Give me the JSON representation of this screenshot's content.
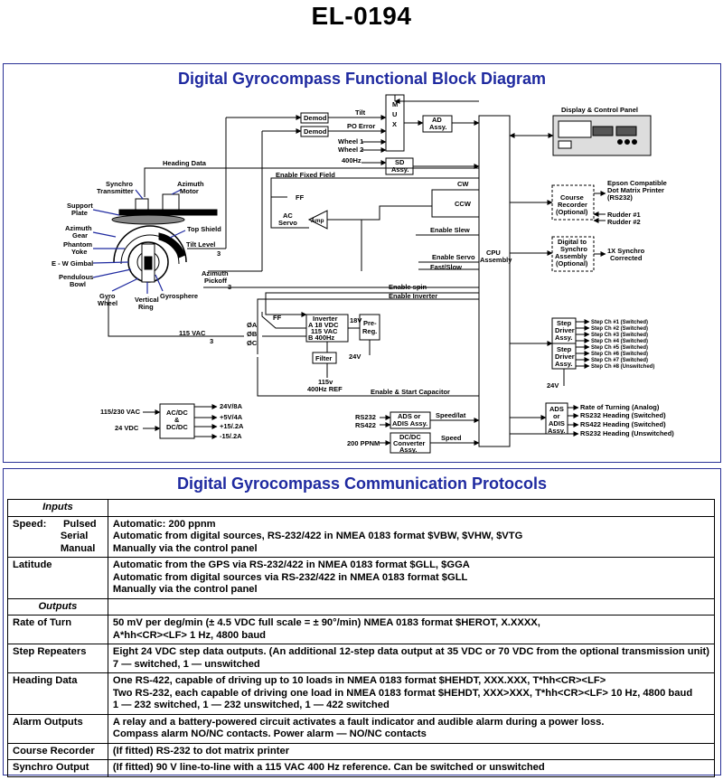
{
  "doc_id": "EL-0194",
  "diagram": {
    "title": "Digital Gyrocompass Functional Block Diagram",
    "blocks": {
      "demod": "Demod",
      "mux": [
        "M",
        "U",
        "X"
      ],
      "ad": [
        "AD",
        "Assy."
      ],
      "sd": [
        "SD",
        "Assy."
      ],
      "cpu": [
        "CPU",
        "Assembly"
      ],
      "display_panel": "Display & Control Panel",
      "course_recorder": [
        "Course",
        "Recorder",
        "(Optional)"
      ],
      "digital_synchro": [
        "Digital to",
        "Synchro",
        "Assembly",
        "(Optional)"
      ],
      "inverter": [
        "Inverter",
        "A   18 VDC",
        "115 VAC",
        "B    400Hz"
      ],
      "prereg": [
        "Pre-",
        "Reg."
      ],
      "filter": "Filter",
      "step_driver": [
        "Step",
        "Driver",
        "Assy."
      ],
      "acdc": [
        "AC/DC",
        "&",
        "DC/DC"
      ],
      "ads_adis_in": [
        "ADS or",
        "ADIS Assy."
      ],
      "dcdc_conv": [
        "DC/DC",
        "Converter",
        "Assy."
      ],
      "ads_adis_out": [
        "ADS",
        "or",
        "ADIS",
        "Assy."
      ],
      "amp": "Amp"
    },
    "labels": {
      "tilt": "Tilt",
      "po_error": "PO Error",
      "wheel1": "Wheel 1",
      "wheel2": "Wheel 2",
      "hz400": "400Hz",
      "heading_data": "Heading Data",
      "enable_fixed_field": "Enable Fixed Field",
      "ff": "FF",
      "ac_servo": [
        "AC",
        "Servo"
      ],
      "cw": "CW",
      "ccw": "CCW",
      "enable_slew": "Enable Slew",
      "enable_servo": "Enable Servo",
      "fast_slow": "Fast/Slow",
      "enable_spin": "Enable spin",
      "enable_inverter": "Enable Inverter",
      "synchro_transmitter": [
        "Synchro",
        "Transmitter"
      ],
      "azimuth_motor": [
        "Azimuth",
        "Motor"
      ],
      "support_plate": [
        "Support",
        "Plate"
      ],
      "azimuth_gear": [
        "Azimuth",
        "Gear"
      ],
      "phantom_yoke": [
        "Phantom",
        "Yoke"
      ],
      "ew_gimbal": "E - W Gimbal",
      "pendulous_bowl": [
        "Pendulous",
        "Bowl"
      ],
      "gyro_wheel": [
        "Gyro",
        "Wheel"
      ],
      "vertical_ring": [
        "Vertical",
        "Ring"
      ],
      "gyrosphere": "Gyrosphere",
      "top_shield": "Top Shield",
      "tilt_level": "Tilt Level",
      "azimuth_pickoff": [
        "Azimuth",
        "Pickoff"
      ],
      "three": "3",
      "epson": [
        "Epson Compatible",
        "Dot Matrix Printer",
        "(RS232)"
      ],
      "rudder1": "Rudder #1",
      "rudder2": "Rudder #2",
      "synchro_1x": [
        "1X Synchro",
        "Corrected"
      ],
      "step_channels": [
        "Step Ch #1 (Switched)",
        "Step Ch #2 (Switched)",
        "Step Ch #3 (Switched)",
        "Step Ch #4 (Switched)",
        "Step Ch #5 (Switched)",
        "Step Ch #6 (Switched)",
        "Step Ch #7 (Switched)",
        "Step Ch #8 (Unswitched)"
      ],
      "v24": "24V",
      "v18": "18V",
      "ff2": "FF",
      "phase_a": "ØA",
      "phase_b": "ØB",
      "phase_c": "ØC",
      "vac115": "115 VAC",
      "ref115": [
        "115v",
        "400Hz REF"
      ],
      "enable_start_cap": "Enable & Start Capacitor",
      "vac_in": "115/230 VAC",
      "vdc_in": "24 VDC",
      "rail_24": "24V/8A",
      "rail_5": "+5V/4A",
      "rail_15p": "+15/.2A",
      "rail_15n": "-15/.2A",
      "rs232": "RS232",
      "rs422": "RS422",
      "speed_lat": "Speed/lat",
      "ppnm200": "200 PPNM",
      "speed": "Speed",
      "rate_turning": "Rate of Turning (Analog)",
      "rs232_sw": "RS232 Heading (Switched)",
      "rs422_sw": "RS422 Heading (Switched)",
      "rs232_unsw": "RS232 Heading (Unswitched)"
    }
  },
  "protocols": {
    "title": "Digital Gyrocompass Communication Protocols",
    "inputs_header": "Inputs",
    "outputs_header": "Outputs",
    "inputs": [
      {
        "label": [
          "Speed:      Pulsed",
          "                 Serial",
          "                 Manual"
        ],
        "lines": [
          "Automatic: 200 ppnm",
          "Automatic from digital sources, RS-232/422 in NMEA 0183 format $VBW, $VHW, $VTG",
          "Manually via the control panel"
        ]
      },
      {
        "label": [
          "Latitude"
        ],
        "lines": [
          "Automatic from the GPS via RS-232/422 in NMEA 0183 format $GLL, $GGA",
          "Automatic from digital sources via RS-232/422 in NMEA 0183 format $GLL",
          "Manually via the control panel"
        ]
      }
    ],
    "outputs": [
      {
        "label": [
          "Rate of Turn"
        ],
        "lines": [
          "50 mV per deg/min (± 4.5 VDC full scale = ± 90°/min) NMEA 0183 format $HEROT, X.XXXX,",
          "A*hh<CR><LF> 1 Hz, 4800 baud"
        ]
      },
      {
        "label": [
          "Step Repeaters"
        ],
        "lines": [
          "Eight 24 VDC step data outputs. (An additional 12-step data output at 35 VDC or 70 VDC from the optional transmission unit)",
          "7 — switched, 1 — unswitched"
        ]
      },
      {
        "label": [
          "Heading Data"
        ],
        "lines": [
          "One RS-422, capable of driving up to 10 loads in NMEA 0183 format $HEHDT, XXX.XXX, T*hh<CR><LF>",
          "Two RS-232, each capable of driving one load in NMEA 0183 format $HEHDT, XXX>XXX, T*hh<CR><LF> 10 Hz, 4800 baud",
          "1 — 232 switched, 1 — 232 unswitched, 1 — 422 switched"
        ]
      },
      {
        "label": [
          "Alarm Outputs"
        ],
        "lines": [
          "A relay and a battery-powered circuit activates a fault indicator and audible alarm during a power loss.",
          "Compass alarm  NO/NC contacts. Power alarm —  NO/NC contacts"
        ]
      },
      {
        "label": [
          "Course Recorder"
        ],
        "lines": [
          "(If fitted) RS-232 to dot matrix printer"
        ]
      },
      {
        "label": [
          "Synchro Output"
        ],
        "lines": [
          "(If fitted) 90 V line-to-line with a 115 VAC 400 Hz reference. Can be switched or unswitched"
        ]
      }
    ]
  }
}
